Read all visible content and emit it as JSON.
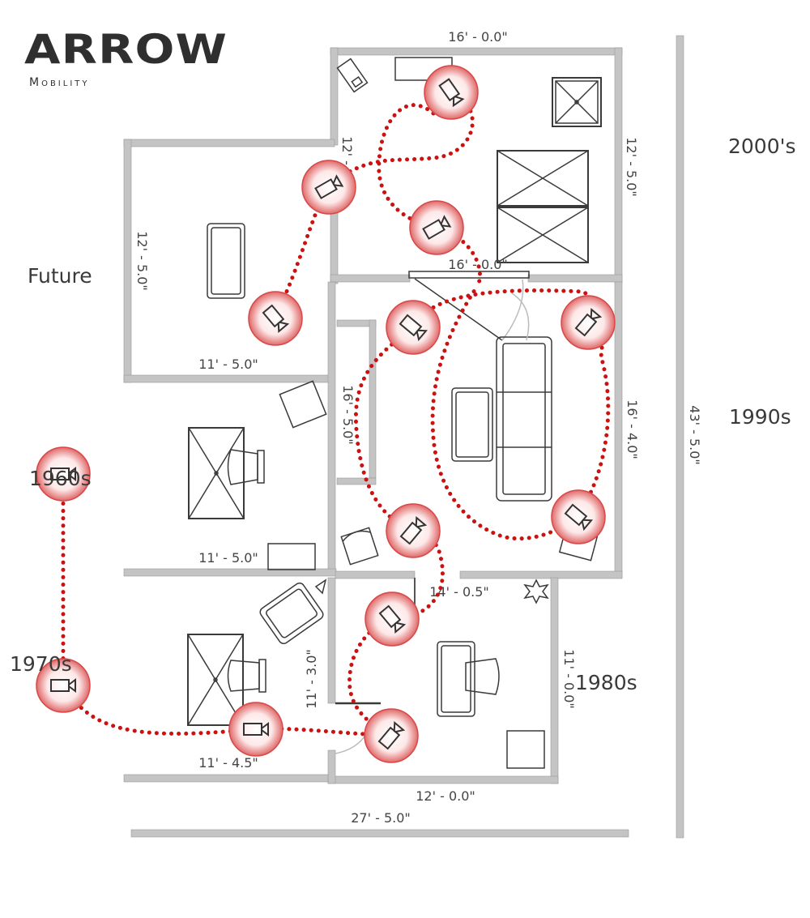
{
  "logo": {
    "word": "ARROW",
    "subtitle": "Mobility"
  },
  "eras": {
    "future": "Future",
    "e2000": "2000's",
    "e1990": "1990s",
    "e1960": "1960s",
    "e1970": "1970s",
    "e1980": "1980s"
  },
  "dimensions": {
    "top_width": "16' - 0.0\"",
    "top_right_height": "12' - 5.0\"",
    "top_left_height": "12' - 5.0\"",
    "mid_top_width": "16' - 0.0\"",
    "future_height": "12' - 5.0\"",
    "future_width": "11' - 5.0\"",
    "living_height": "16' - 4.0\"",
    "hall_height": "16' - 5.0\"",
    "overall_height": "43' - 5.0\"",
    "room60_width": "11' - 5.0\"",
    "doorway_width": "14' - 0.5\"",
    "room70_height": "11' - 3.0\"",
    "room80_height": "11' - 0.0\"",
    "room70_width": "11' - 4.5\"",
    "room80_width": "12' - 0.0\"",
    "overall_width": "27' - 5.0\""
  },
  "colors": {
    "wall": "#c2c2c2",
    "path": "#cc1111",
    "marker_fill": "#f7d4d4",
    "marker_ring": "#d84848",
    "furniture": "#333333",
    "text": "#444444"
  },
  "icons": {
    "camera": "video-camera-icon"
  }
}
